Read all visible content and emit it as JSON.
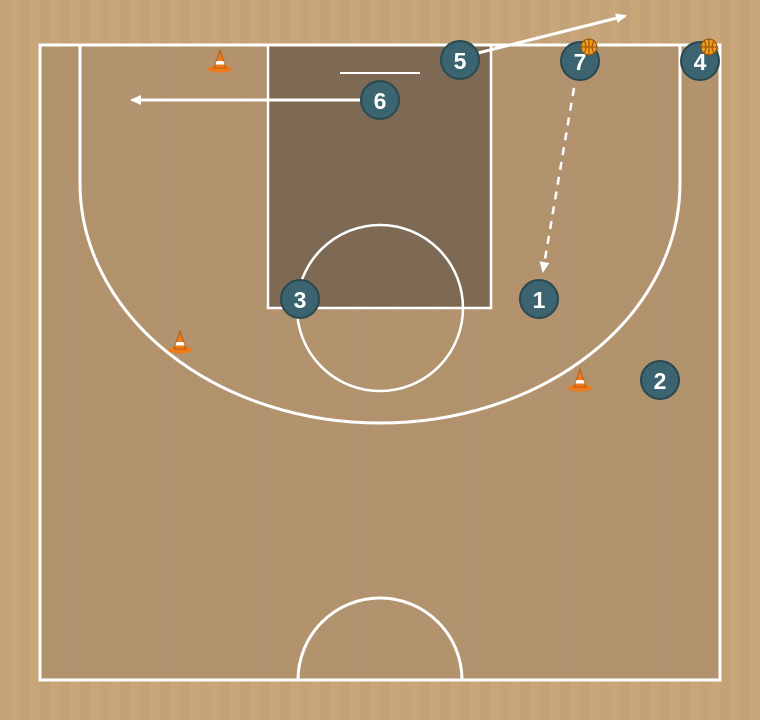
{
  "colors": {
    "wood_base": "#c8a67a",
    "wood_stripe_dark": "#b99870",
    "court_floor": "#a88c6a",
    "paint": "#7e6a54",
    "line": "#ffffff",
    "player_fill": "#3b6470",
    "player_stroke": "#2a4850",
    "cone_orange": "#ef7a1a",
    "ball": "#f29a1c"
  },
  "players": [
    {
      "id": "player-1",
      "label": "1",
      "has_ball": false
    },
    {
      "id": "player-2",
      "label": "2",
      "has_ball": false
    },
    {
      "id": "player-3",
      "label": "3",
      "has_ball": false
    },
    {
      "id": "player-4",
      "label": "4",
      "has_ball": true
    },
    {
      "id": "player-5",
      "label": "5",
      "has_ball": false
    },
    {
      "id": "player-6",
      "label": "6",
      "has_ball": false
    },
    {
      "id": "player-7",
      "label": "7",
      "has_ball": true
    }
  ],
  "cones": [
    "cone-icon",
    "cone-icon",
    "cone-icon"
  ],
  "actions": [
    {
      "from": "player-5",
      "type": "cut"
    },
    {
      "from": "player-6",
      "type": "cut"
    },
    {
      "from": "player-7",
      "type": "pass",
      "to": "player-1"
    }
  ]
}
